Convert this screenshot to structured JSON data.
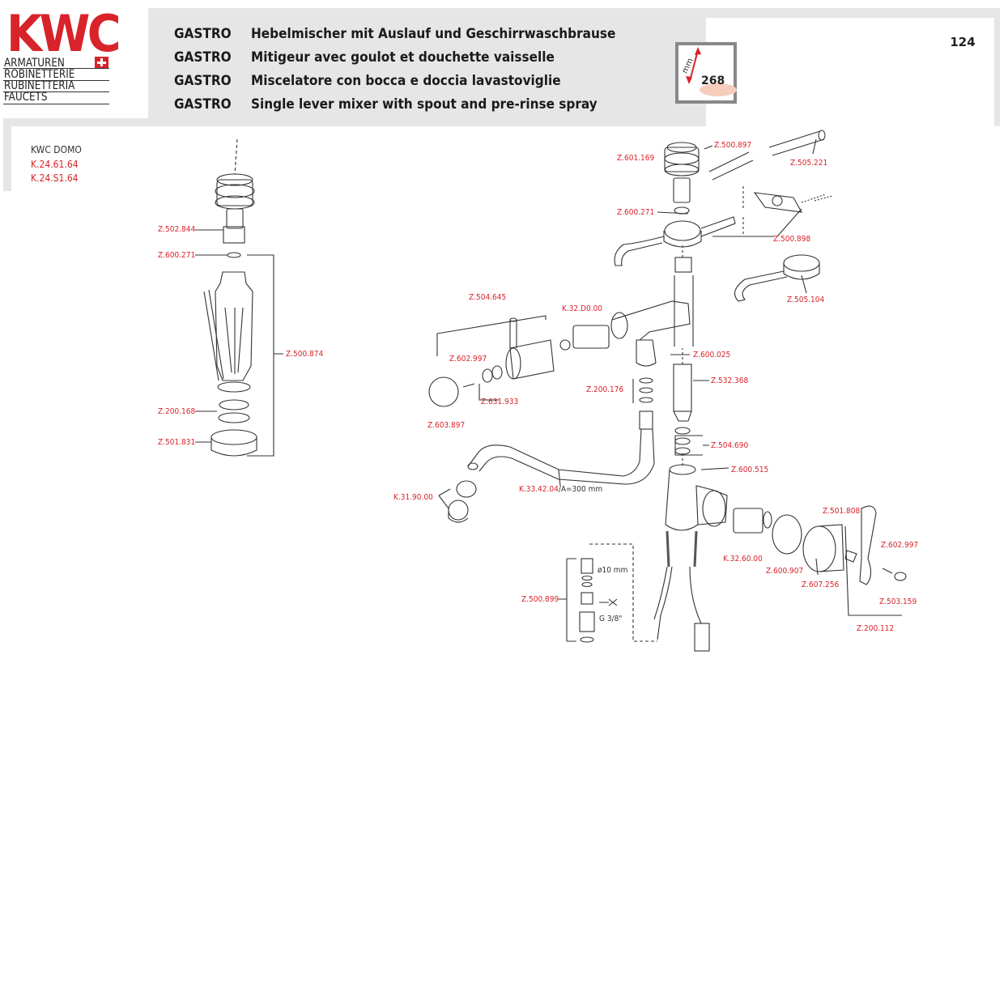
{
  "brand": {
    "logo": "KWC",
    "lines": [
      "ARMATUREN",
      "ROBINETTERIE",
      "RUBINETTERIA",
      "FAUCETS"
    ]
  },
  "titles": [
    {
      "product": "GASTRO",
      "text": "Hebelmischer mit Auslauf und  Geschirrwaschbrause"
    },
    {
      "product": "GASTRO",
      "text": "Mitigeur avec goulot et douchette vaisselle"
    },
    {
      "product": "GASTRO",
      "text": "Miscelatore  con bocca e doccia lavastoviglie"
    },
    {
      "product": "GASTRO",
      "text": "Single lever mixer with spout and pre-rinse spray"
    }
  ],
  "page_number": "124",
  "dimension": {
    "unit": "mm",
    "value": "268"
  },
  "model": {
    "title": "KWC DOMO",
    "codes": [
      "K.24.61.64",
      "K.24.S1.64"
    ]
  },
  "parts": {
    "z502844": "Z.502.844",
    "z600271a": "Z.600.271",
    "z500874": "Z.500.874",
    "z200168": "Z.200.168",
    "z501831": "Z.501.831",
    "z601169": "Z.601.169",
    "z500897": "Z.500.897",
    "z505221": "Z.505.221",
    "z600271b": "Z.600.271",
    "z500898": "Z.500.898",
    "z505104": "Z.505.104",
    "z504645": "Z.504.645",
    "k32d000": "K.32.D0.00",
    "z602997a": "Z.602.997",
    "z631933": "Z.631.933",
    "z603897": "Z.603.897",
    "z600025": "Z.600.025",
    "z200176": "Z.200.176",
    "z532368": "Z.532.368",
    "z504690": "Z.504.690",
    "z600515": "Z.600.515",
    "k334204": "K.33.42.04",
    "spout_len": "A=300 mm",
    "k319000": "K.31.90.00",
    "z501808": "Z.501.808",
    "z602997b": "Z.602.997",
    "k326000": "K.32.60.00",
    "z600907": "Z.600.907",
    "z607256": "Z.607.256",
    "z503159": "Z.503.159",
    "z200112": "Z.200.112",
    "z500899": "Z.500.899",
    "dia10": "ø10 mm",
    "g38": "G 3/8\""
  }
}
